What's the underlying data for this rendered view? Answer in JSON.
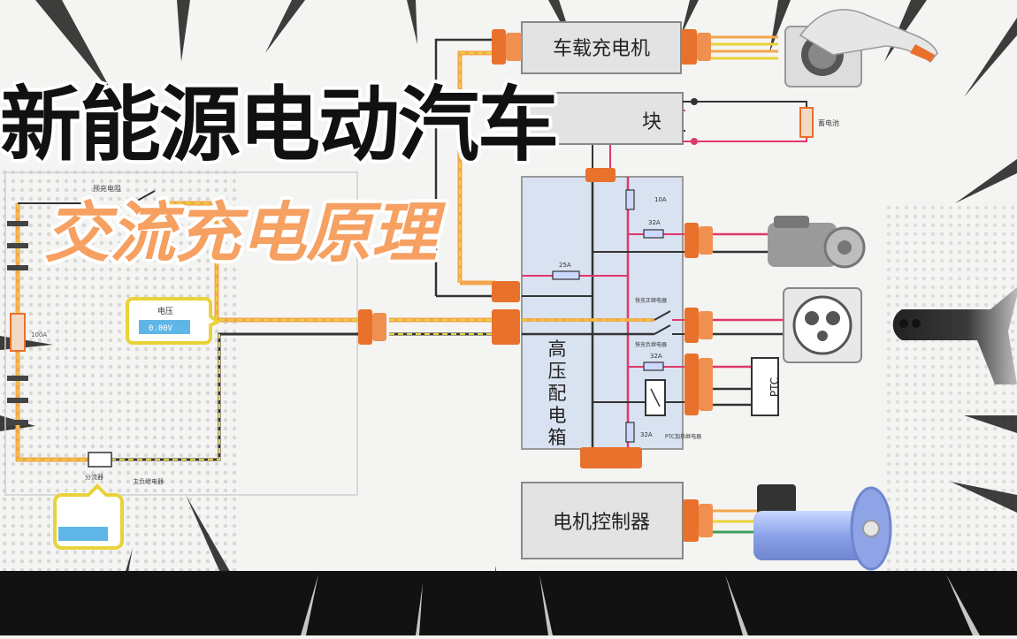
{
  "title": {
    "main": "新能源电动汽车",
    "sub": "交流充电原理"
  },
  "components": {
    "charger": "车载充电机",
    "dcdc": "块",
    "pdu": [
      "高",
      "压",
      "配",
      "电",
      "箱"
    ],
    "motor_controller": "电机控制器",
    "ptc": "PTC",
    "battery_label": "蓄电池",
    "precharge_resistor": "预充电阻",
    "voltage_label": "电压",
    "voltage_reading": "0.00V",
    "fuse_10a": "10A",
    "fuse_32a_top": "32A",
    "fuse_25a": "25A",
    "fuse_32a_mid": "32A",
    "fuse_32a_bottom": "32A",
    "relay_pos": "快充正继电器",
    "relay_neg": "快充负继电器",
    "ptc_relay": "PTC加热继电器",
    "main_relay": "主负继电器",
    "shunt": "分流器"
  },
  "colors": {
    "connector": "#e8712c",
    "hv_orange_wire": "#f3a64c",
    "pink_wire": "#e0386a",
    "dark_wire": "#333333",
    "yellow_wire": "#e9d23a",
    "pdu_fill": "#d9e2f0",
    "title_accent": "#f6a062"
  }
}
